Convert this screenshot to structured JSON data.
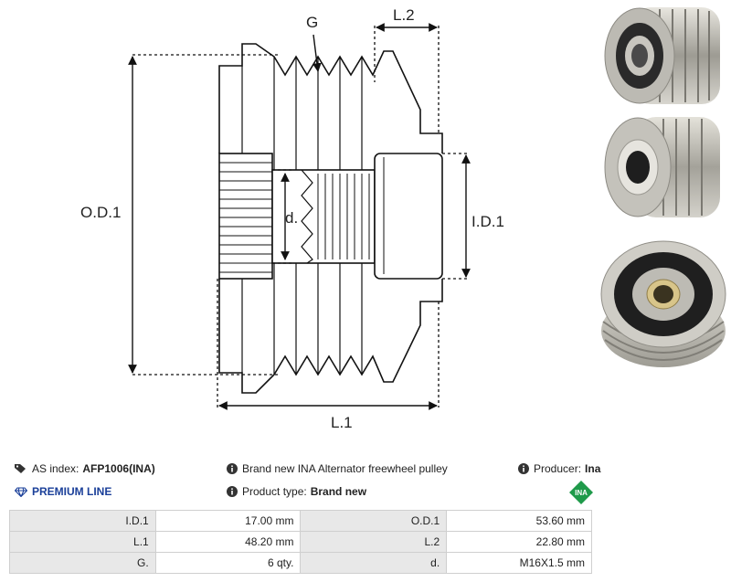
{
  "drawing": {
    "labels": {
      "g": "G",
      "l2": "L.2",
      "od1": "O.D.1",
      "d": "d.",
      "id1": "I.D.1",
      "l1": "L.1"
    }
  },
  "photos": {
    "photo1": "pulley-front-photo",
    "photo2": "pulley-angled-photo",
    "photo3": "pulley-rear-photo"
  },
  "info": {
    "as_index_label": "AS index:",
    "as_index_value": "AFP1006(INA)",
    "description": "Brand new INA Alternator freewheel pulley",
    "producer_label": "Producer:",
    "producer_value": "Ina",
    "premium_line": "PREMIUM LINE",
    "product_type_label": "Product type:",
    "product_type_value": "Brand new",
    "brand_logo_text": "INA"
  },
  "specs": [
    {
      "k1": "I.D.1",
      "v1": "17.00 mm",
      "k2": "O.D.1",
      "v2": "53.60 mm"
    },
    {
      "k1": "L.1",
      "v1": "48.20 mm",
      "k2": "L.2",
      "v2": "22.80 mm"
    },
    {
      "k1": "G.",
      "v1": "6 qty.",
      "k2": "d.",
      "v2": "M16X1.5 mm"
    }
  ],
  "icons": {
    "tag": "tag-icon",
    "info": "info-icon",
    "diamond": "diamond-icon",
    "brand": "ina-logo-icon"
  },
  "colors": {
    "premium": "#1a3f99",
    "logo_green": "#1f9a4a",
    "table_key_bg": "#e8e8e8",
    "table_border": "#cfcfcf"
  }
}
